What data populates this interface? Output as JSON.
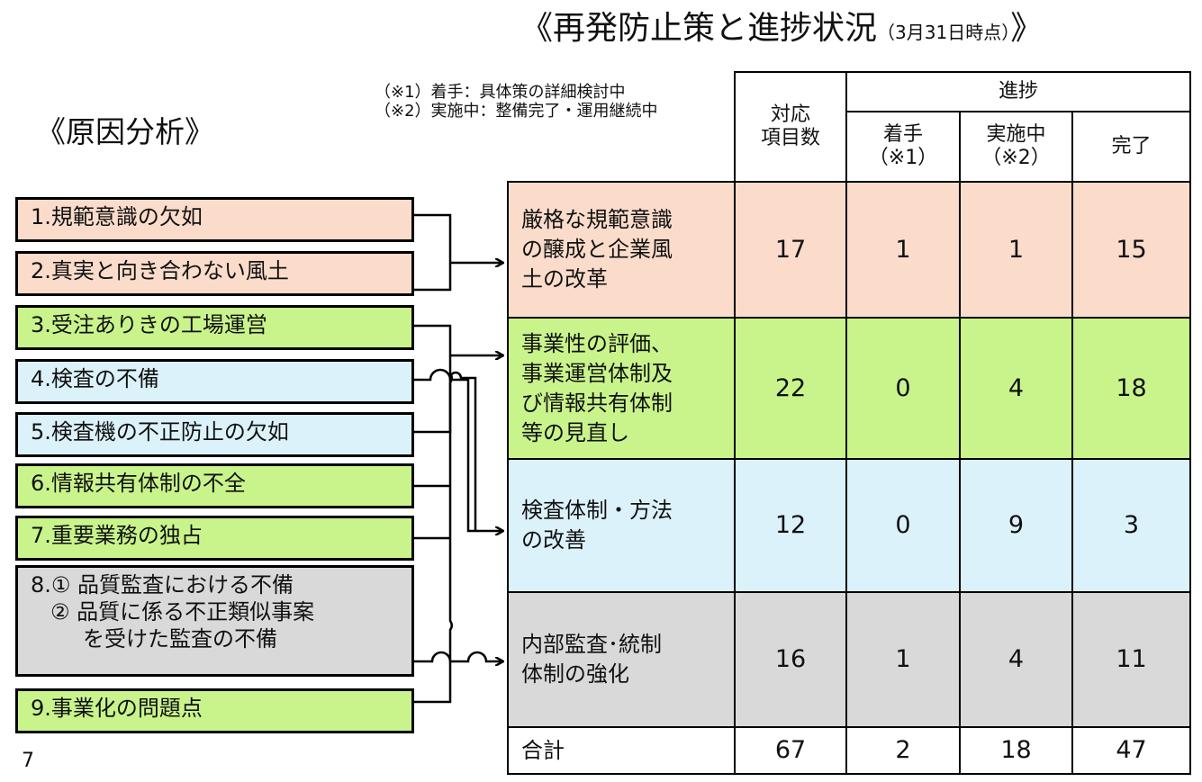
{
  "title": "《再発防止策と進捗状況",
  "title_asof": "（3月31日時点）",
  "title_close": "》",
  "cause_heading": "《原因分析》",
  "notes": [
    "（※1）着手：具体策の詳細検討中",
    "（※2）実施中：整備完了・運用継続中"
  ],
  "causes": [
    {
      "lines": [
        "1.規範意識の欠如"
      ],
      "color": "#fbdccb"
    },
    {
      "lines": [
        "2.真実と向き合わない風土"
      ],
      "color": "#fbdccb"
    },
    {
      "lines": [
        "3.受注ありきの工場運営"
      ],
      "color": "#c9f48b"
    },
    {
      "lines": [
        "4.検査の不備"
      ],
      "color": "#dcf2fb"
    },
    {
      "lines": [
        "5.検査機の不正防止の欠如"
      ],
      "color": "#dcf2fb"
    },
    {
      "lines": [
        "6.情報共有体制の不全"
      ],
      "color": "#c9f48b"
    },
    {
      "lines": [
        "7.重要業務の独占"
      ],
      "color": "#c9f48b"
    },
    {
      "lines": [
        "8.① 品質監査における不備",
        "② 品質に係る不正類似事案",
        "を受けた監査の不備"
      ],
      "color": "#d9d9d9"
    },
    {
      "lines": [
        "9.事業化の問題点"
      ],
      "color": "#c9f48b"
    }
  ],
  "table": {
    "header_count": "対応\n項目数",
    "header_progress": "進捗",
    "header_started": "着手\n（※1）",
    "header_in_progress": "実施中\n（※2）",
    "header_done": "完了",
    "rows": [
      {
        "measure": "厳格な規範意識の醸成と企業風土の改革",
        "measure_lines": [
          "厳格な規範意識",
          "の醸成と企業風",
          "土の改革"
        ],
        "count": "17",
        "started": "1",
        "in_progress": "1",
        "done": "15",
        "color": "#fbdccb"
      },
      {
        "measure": "事業性の評価、事業運営体制及び情報共有体制等の見直し",
        "measure_lines": [
          "事業性の評価、",
          "事業運営体制及",
          "び情報共有体制",
          "等の見直し"
        ],
        "count": "22",
        "started": "0",
        "in_progress": "4",
        "done": "18",
        "color": "#c9f48b"
      },
      {
        "measure": "検査体制・方法の改善",
        "measure_lines": [
          "検査体制・方法",
          "の改善"
        ],
        "count": "12",
        "started": "0",
        "in_progress": "9",
        "done": "3",
        "color": "#dcf2fb"
      },
      {
        "measure": "内部監査･統制体制の強化",
        "measure_lines": [
          "内部監査･統制",
          "体制の強化"
        ],
        "count": "16",
        "started": "1",
        "in_progress": "4",
        "done": "11",
        "color": "#d9d9d9"
      }
    ],
    "total": {
      "label": "合計",
      "count": "67",
      "started": "2",
      "in_progress": "18",
      "done": "47"
    }
  },
  "page_number": "7"
}
